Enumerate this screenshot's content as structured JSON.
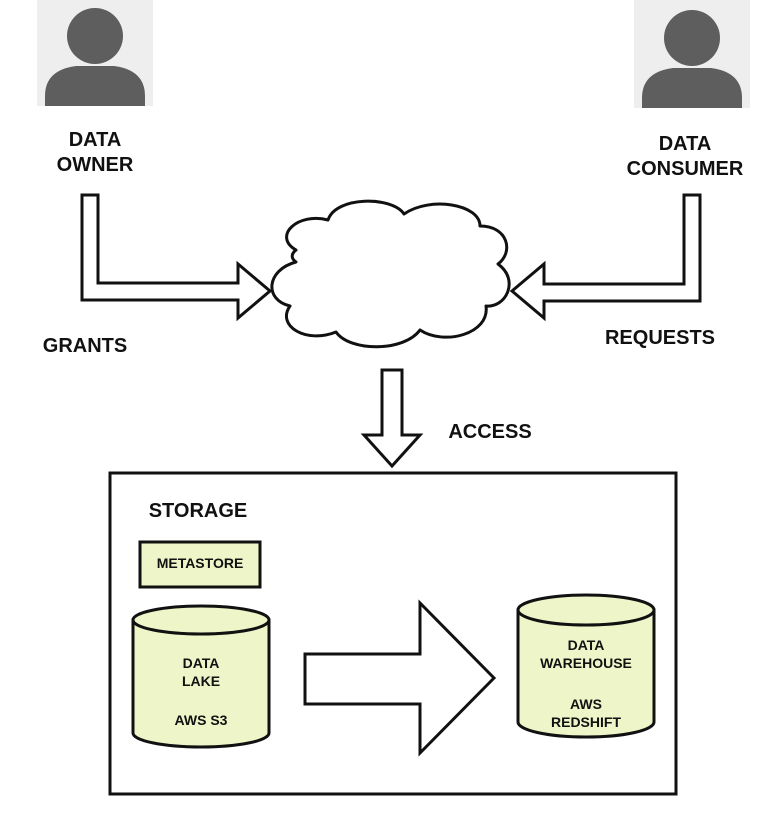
{
  "actors": {
    "owner": {
      "icon": "person-icon",
      "label": "DATA\nOWNER"
    },
    "consumer": {
      "icon": "person-icon",
      "label": "DATA\nCONSUMER"
    }
  },
  "flows": {
    "grants": "GRANTS",
    "requests": "REQUESTS",
    "access": "ACCESS"
  },
  "storage": {
    "title": "STORAGE",
    "metastore": "METASTORE",
    "data_lake": {
      "label": "DATA\nLAKE",
      "service": "AWS S3"
    },
    "data_warehouse": {
      "label": "DATA\nWAREHOUSE",
      "service": "AWS\nREDSHIFT"
    }
  },
  "colors": {
    "icon_bg": "#eeeeee",
    "icon_fg": "#5e5e5e",
    "stroke": "#111111",
    "component_fill": "#eef5c8"
  }
}
